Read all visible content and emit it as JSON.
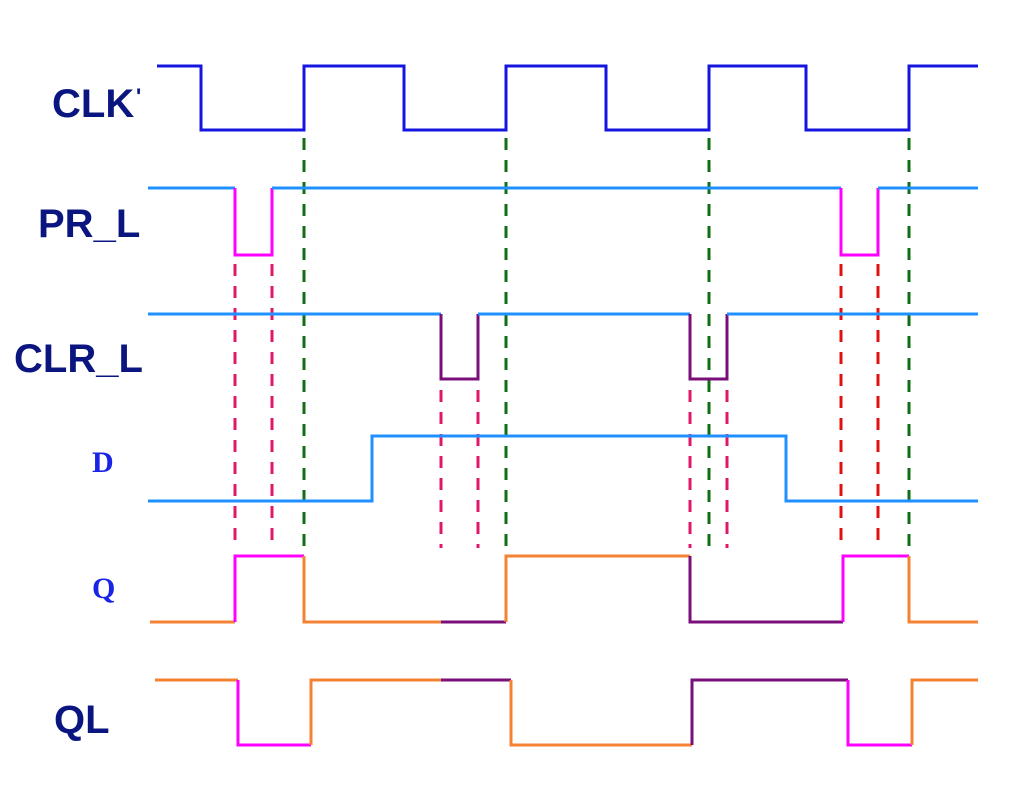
{
  "diagram": {
    "signals": [
      {
        "key": "clk",
        "label": "CLK",
        "label_extra": "'",
        "font": "sans"
      },
      {
        "key": "pr_l",
        "label": "PR_L",
        "font": "sans"
      },
      {
        "key": "clr_l",
        "label": "CLR_L",
        "font": "sans"
      },
      {
        "key": "d",
        "label": "D",
        "font": "serif"
      },
      {
        "key": "q",
        "label": "Q",
        "font": "serif"
      },
      {
        "key": "ql",
        "label": "QL",
        "font": "sans"
      }
    ],
    "colors": {
      "label_dark": "#0b1580",
      "label_blue": "#1a24e6",
      "clk": "#1515e0",
      "signal": "#1e90ff",
      "preset": "#ff00ff",
      "clear": "#7a0f7a",
      "output": "#f48233",
      "guide_clock": "#0f6e16",
      "guide_pink": "#e0186a",
      "guide_red": "#e01010"
    }
  }
}
